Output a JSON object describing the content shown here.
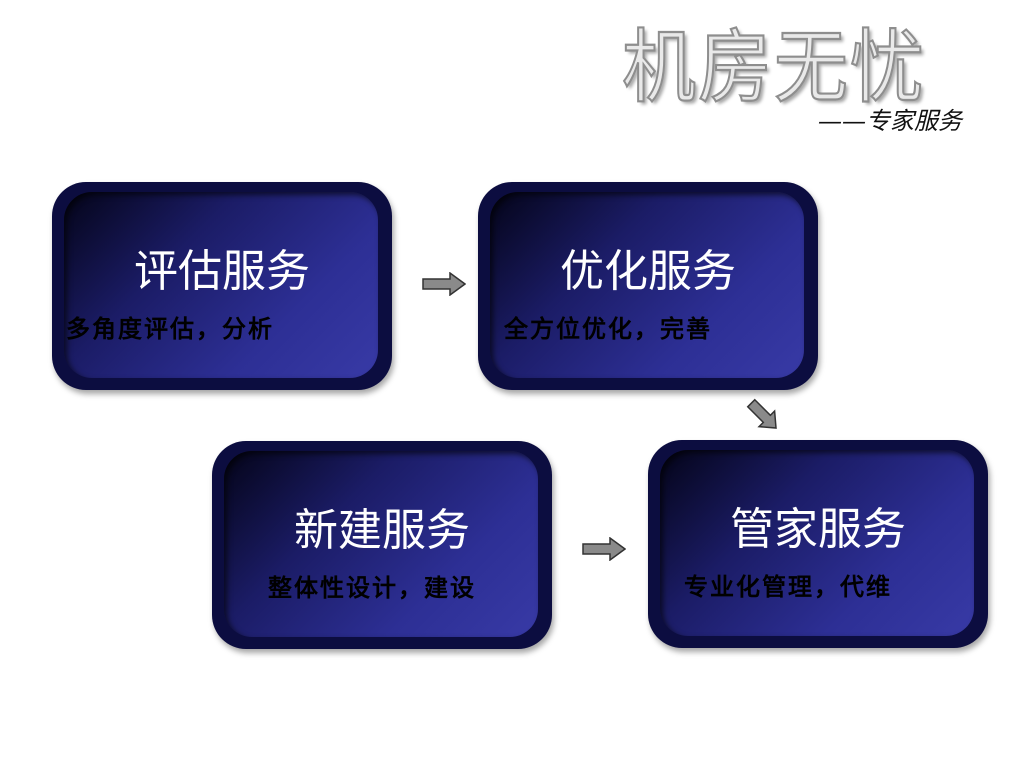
{
  "header": {
    "title": "机房无忧",
    "subtitle": "——专家服务"
  },
  "cards": {
    "assess": {
      "name": "评估服务",
      "desc": "多角度评估，分析"
    },
    "optimize": {
      "name": "优化服务",
      "desc": "全方位优化，完善"
    },
    "build": {
      "name": "新建服务",
      "desc": "整体性设计，建设"
    },
    "manage": {
      "name": "管家服务",
      "desc": "专业化管理，代维"
    }
  },
  "colors": {
    "card_dark": "#0c0d40",
    "card_light": "#383aa6",
    "arrow_fill": "#8a8a8a",
    "arrow_stroke": "#333333"
  }
}
